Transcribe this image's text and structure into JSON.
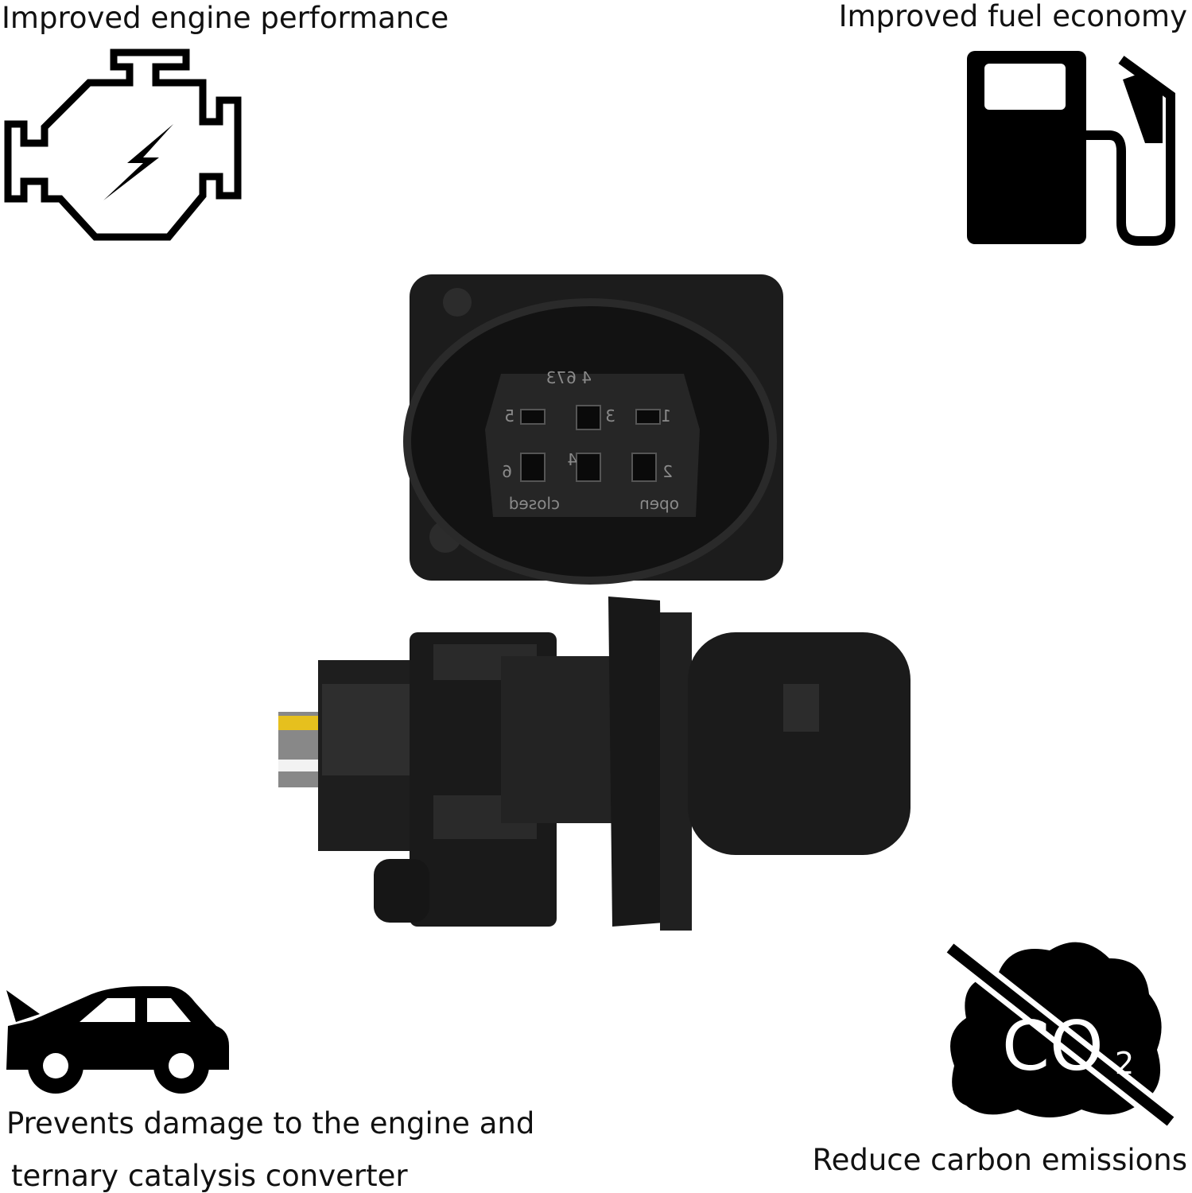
{
  "features": [
    {
      "label": "Improved engine performance",
      "icon": "engine-icon"
    },
    {
      "label": "Improved fuel economy",
      "icon": "fuel-pump-icon"
    },
    {
      "label_line1": "Prevents damage to the engine and",
      "label_line2": "ternary catalysis converter",
      "icon": "car-hood-open-icon"
    },
    {
      "label": "Reduce carbon emissions",
      "icon": "no-co2-icon",
      "icon_text": "CO",
      "icon_subscript": "2"
    }
  ],
  "connector_markings": {
    "part": "4  673",
    "row1": [
      "5",
      "3",
      "1"
    ],
    "row2": [
      "6",
      "4",
      "2"
    ],
    "closed": "closed",
    "open": "open"
  },
  "colors": {
    "background": "#ffffff",
    "icon": "#000000",
    "connector": "#1c1c1c"
  }
}
